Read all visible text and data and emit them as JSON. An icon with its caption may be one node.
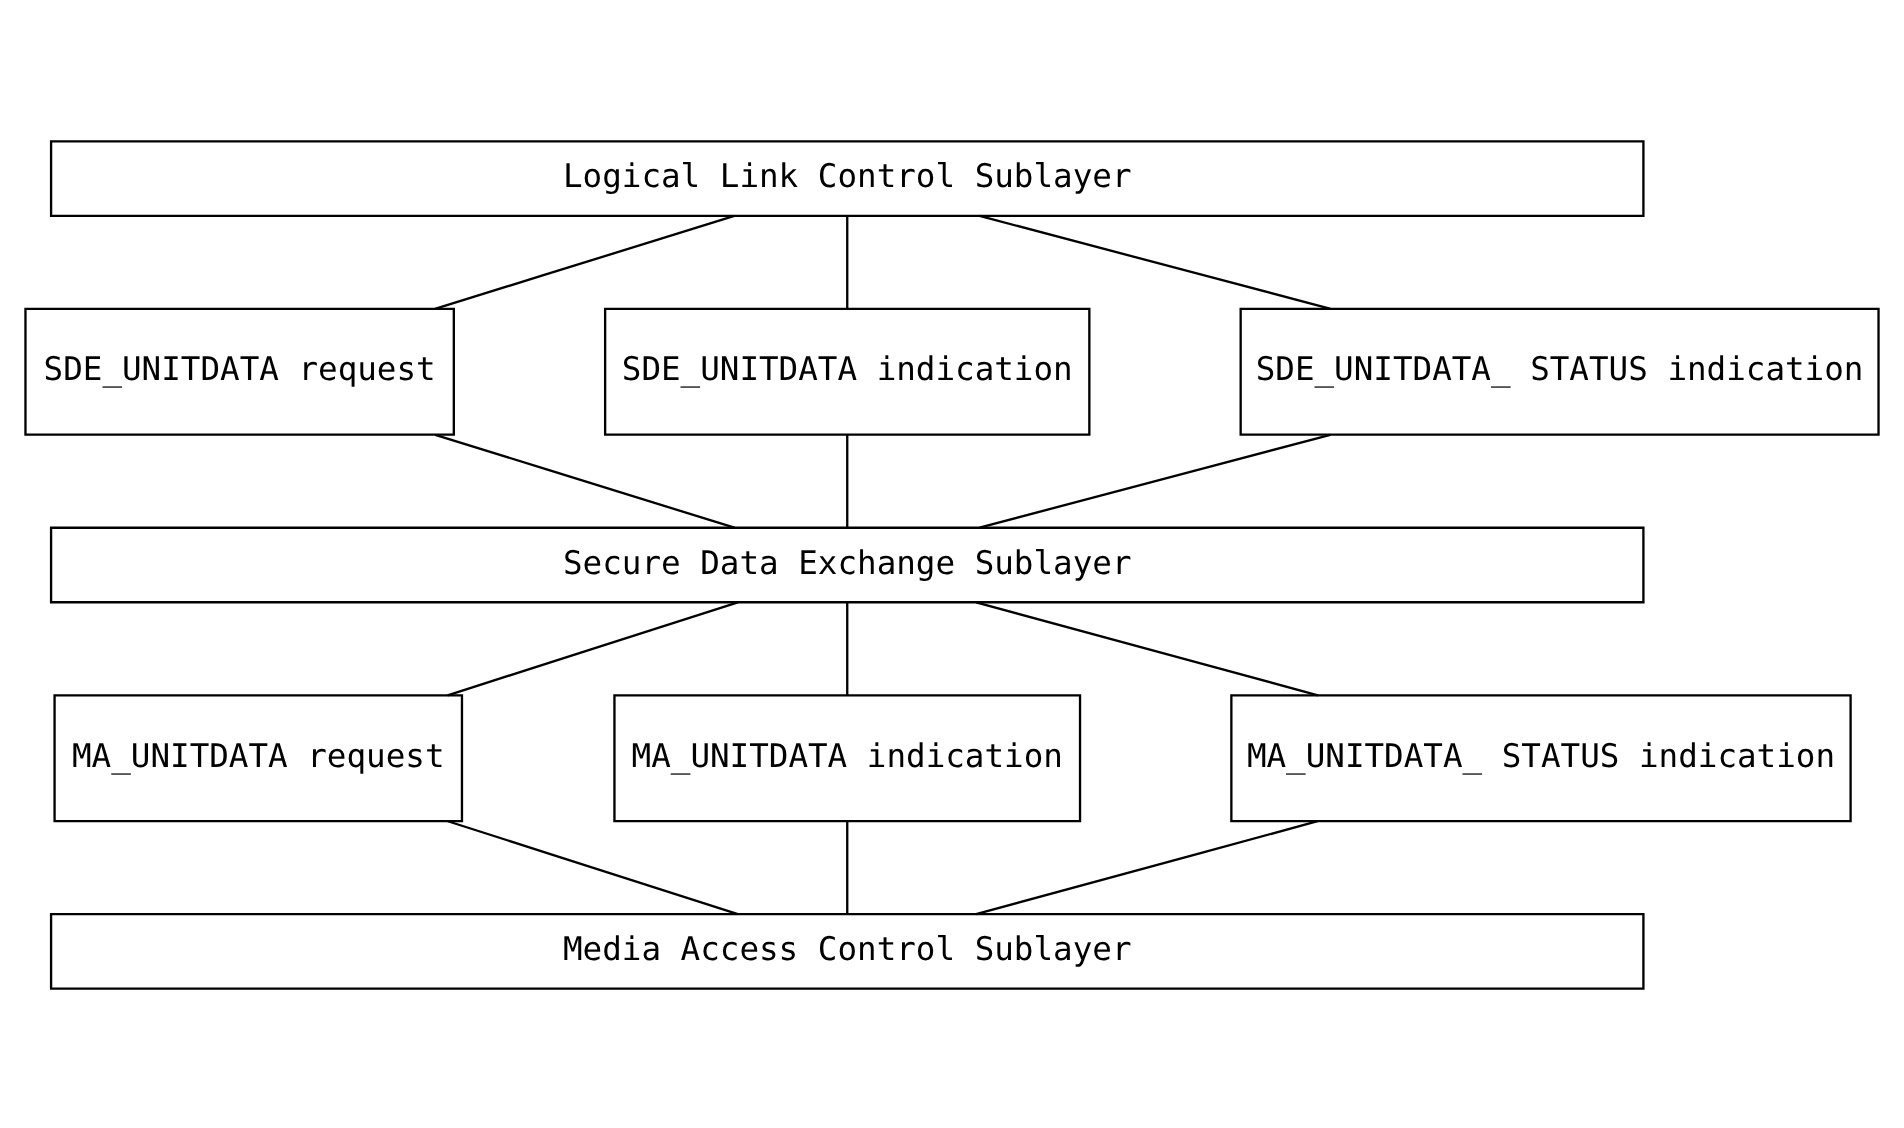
{
  "diagram": {
    "nodes": [
      {
        "text": [
          "Logical Link Control Sublayer"
        ]
      },
      {
        "text": [
          "SDE_UNITDATA request"
        ]
      },
      {
        "text": [
          "SDE_UNITDATA indication"
        ]
      },
      {
        "text": [
          "SDE_UNITDATA_ STATUS indication"
        ]
      },
      {
        "text": [
          "Secure Data Exchange Sublayer"
        ]
      },
      {
        "text": [
          "MA_UNITDATA request"
        ]
      },
      {
        "text": [
          "MA_UNITDATA indication"
        ]
      },
      {
        "text": [
          "MA_UNITDATA_ STATUS indication"
        ]
      },
      {
        "text": [
          "Media Access Control Sublayer"
        ]
      }
    ],
    "edges": [
      {
        "from": 0,
        "to": 1,
        "arrow": "none"
      },
      {
        "from": 0,
        "to": 2,
        "arrow": "none"
      },
      {
        "from": 0,
        "to": 3,
        "arrow": "none"
      },
      {
        "from": 1,
        "to": 4,
        "arrow": "none"
      },
      {
        "from": 2,
        "to": 4,
        "arrow": "none"
      },
      {
        "from": 3,
        "to": 4,
        "arrow": "none"
      },
      {
        "from": 4,
        "to": 5,
        "arrow": "none"
      },
      {
        "from": 4,
        "to": 6,
        "arrow": "none"
      },
      {
        "from": 4,
        "to": 7,
        "arrow": "none"
      },
      {
        "from": 5,
        "to": 8,
        "arrow": "none"
      },
      {
        "from": 6,
        "to": 8,
        "arrow": "none"
      },
      {
        "from": 7,
        "to": 8,
        "arrow": "none"
      }
    ]
  }
}
